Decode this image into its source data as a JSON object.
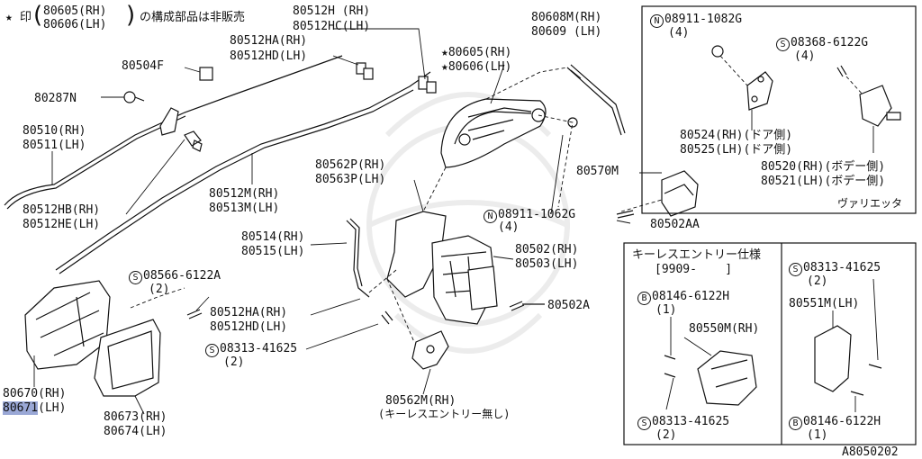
{
  "notice": {
    "star": "★",
    "prefix": "印",
    "part_rh": "80605(RH)",
    "part_lh": "80606(LH)",
    "suffix": "の構成部品は非販売"
  },
  "labels": {
    "p80512h": "80512H (RH)",
    "p80512hc": "80512HC(LH)",
    "p80512ha_top": "80512HA(RH)",
    "p80512hd_top": "80512HD(LH)",
    "p80504f": "80504F",
    "p80287n": "80287N",
    "p80510": "80510(RH)",
    "p80511": "80511(LH)",
    "p80512hb": "80512HB(RH)",
    "p80512he": "80512HE(LH)",
    "p80512m": "80512M(RH)",
    "p80513m": "80513M(LH)",
    "p80608m": "80608M(RH)",
    "p80609": "80609 (LH)",
    "p80605": "80605(RH)",
    "p80606": "80606(LH)",
    "p80562p": "80562P(RH)",
    "p80563p": "80563P(LH)",
    "n08911_mid": "08911-1062G",
    "n08911_mid_qty": "(4)",
    "p80570m": "80570M",
    "p80502aa": "80502AA",
    "p80514": "80514(RH)",
    "p80515": "80515(LH)",
    "s08566": "08566-6122A",
    "s08566_qty": "(2)",
    "p80502": "80502(RH)",
    "p80503": "80503(LH)",
    "p80502a": "80502A",
    "p80512ha_mid": "80512HA(RH)",
    "p80512hd_mid": "80512HD(LH)",
    "s08313_mid": "08313-41625",
    "s08313_mid_qty": "(2)",
    "p80562m": "80562M(RH)",
    "p80562m_note": "(キーレスエントリー無し)",
    "p80670": "80670(RH)",
    "p80671": "80671",
    "p80671_side": "(LH)",
    "p80673": "80673(RH)",
    "p80674": "80674(LH)"
  },
  "variety_box": {
    "n08911": "08911-1082G",
    "n08911_qty": "(4)",
    "s08368": "08368-6122G",
    "s08368_qty": "(4)",
    "p80524": "80524(RH)(ドア側)",
    "p80525": "80525(LH)(ドア側)",
    "p80520": "80520(RH)(ボデー側)",
    "p80521": "80521(LH)(ボデー側)",
    "caption": "ヴァリエッタ"
  },
  "keyless_box": {
    "title": "キーレスエントリー仕様",
    "range": "[9909-    ]",
    "b08146_a": "08146-6122H",
    "b08146_a_qty": "(1)",
    "p80550m": "80550M(RH)",
    "s08313_a": "08313-41625",
    "s08313_a_qty": "(2)",
    "s08313_b": "08313-41625",
    "s08313_b_qty": "(2)",
    "p80551m": "80551M(LH)",
    "b08146_b": "08146-6122H",
    "b08146_b_qty": "(1)"
  },
  "circle_marks": {
    "n": "N",
    "s": "S",
    "b": "B"
  },
  "diagram_id": "A8050202"
}
